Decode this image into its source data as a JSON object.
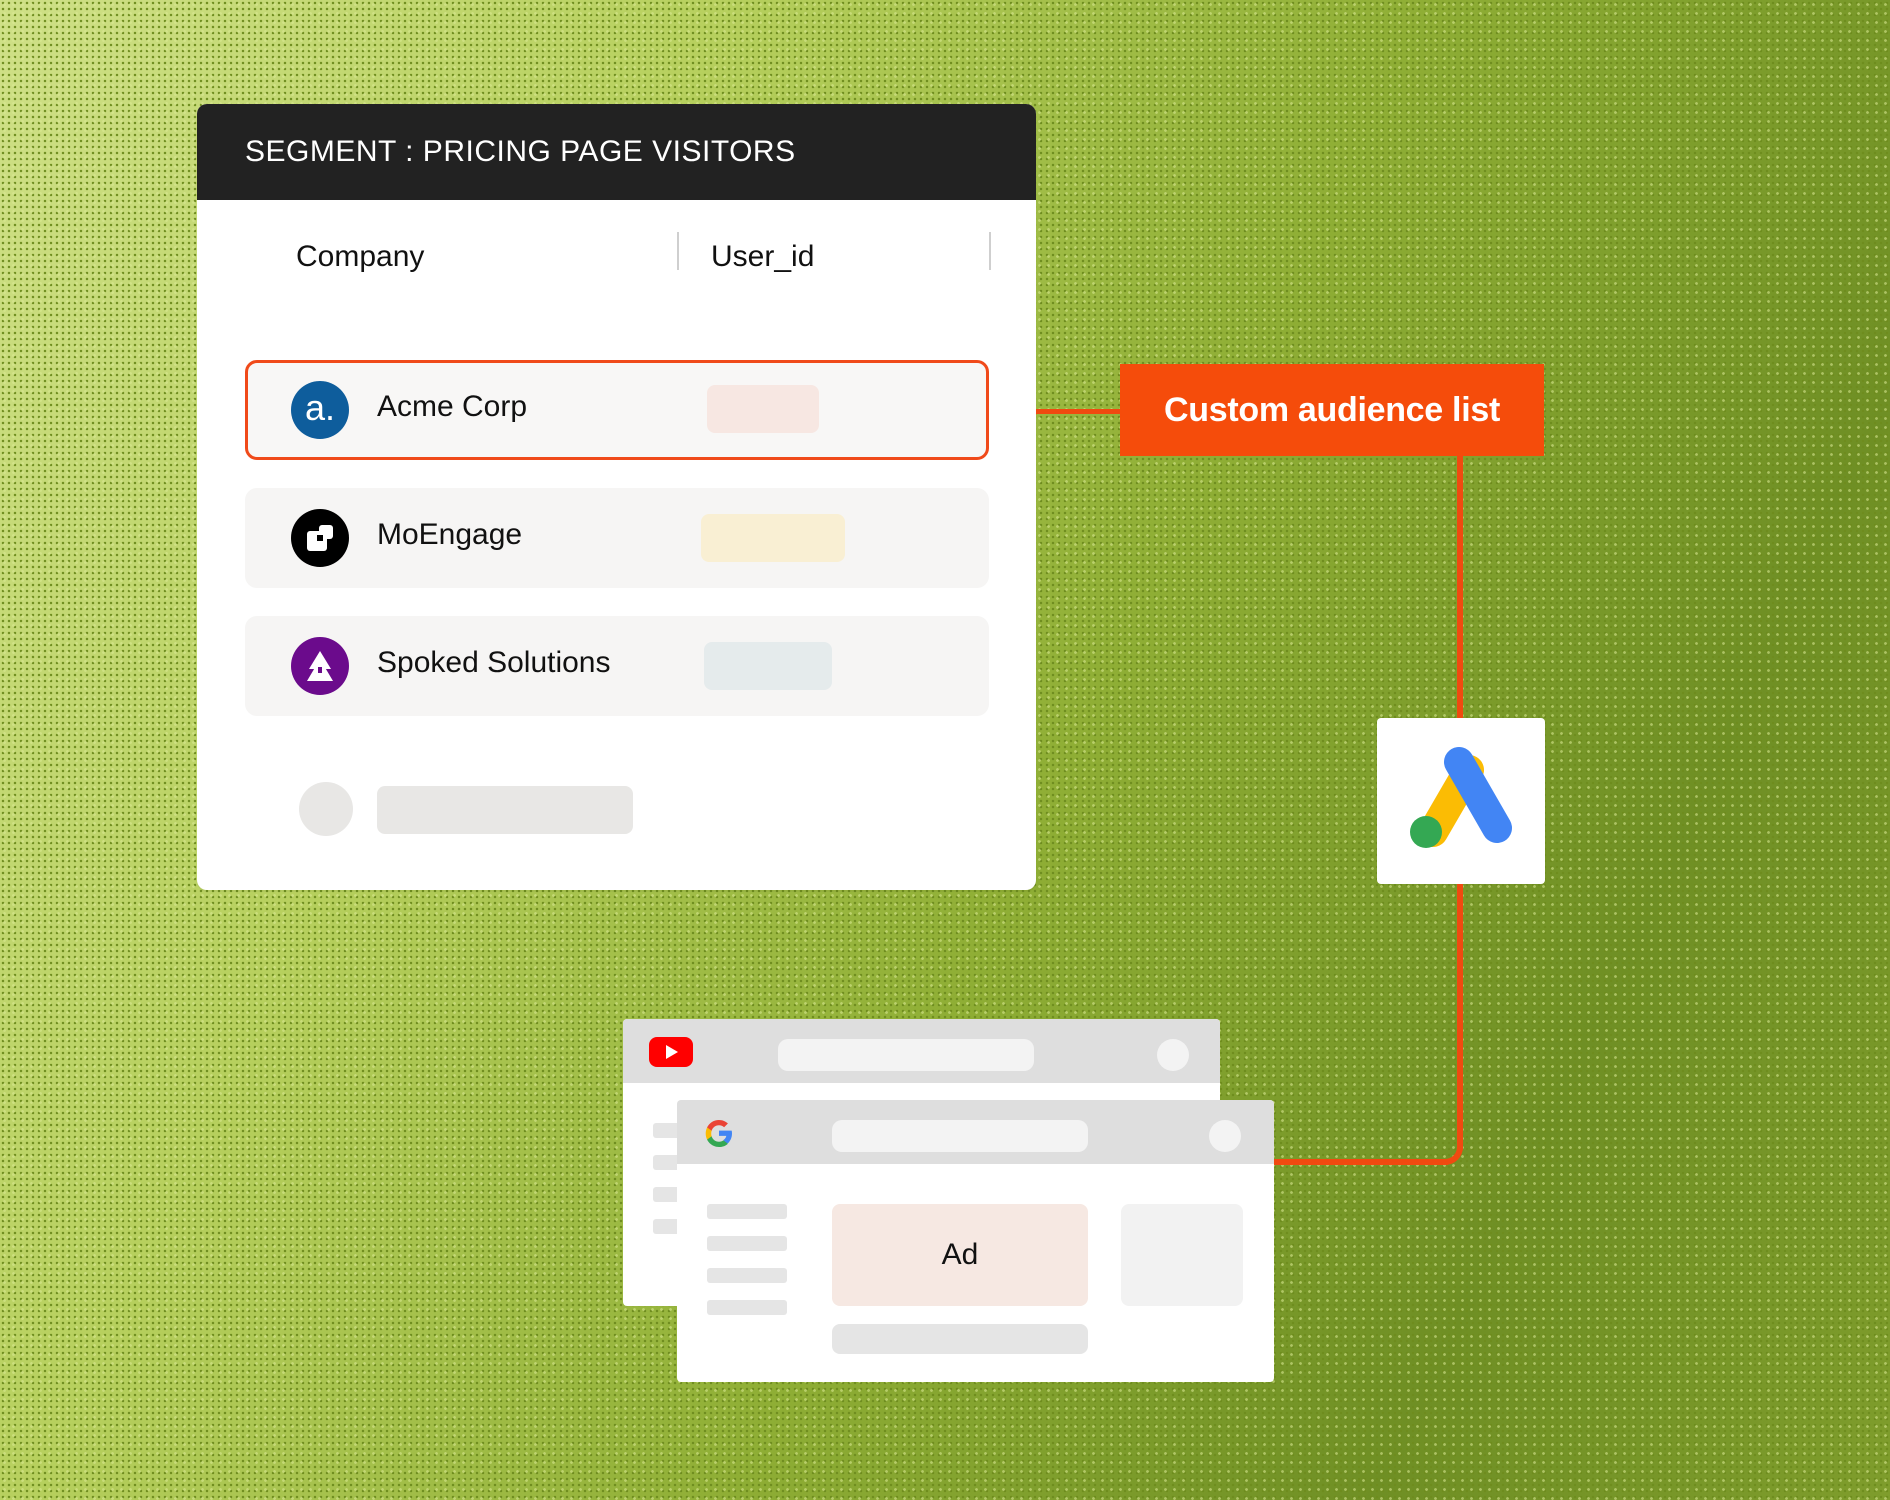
{
  "segment": {
    "title": "SEGMENT : PRICING PAGE VISITORS",
    "columns": [
      "Company",
      "User_id"
    ],
    "rows": [
      {
        "company": "Acme Corp",
        "logo": "acme-logo",
        "selected": true,
        "pill_color": "#f7e7e2"
      },
      {
        "company": "MoEngage",
        "logo": "moengage-logo",
        "selected": false,
        "pill_color": "#f9efd3"
      },
      {
        "company": "Spoked Solutions",
        "logo": "spoked-logo",
        "selected": false,
        "pill_color": "#e5ebec"
      }
    ]
  },
  "callout": {
    "label": "Custom audience list"
  },
  "integration": {
    "icon": "google-ads-icon"
  },
  "browsers": {
    "back": {
      "icon": "youtube-icon"
    },
    "front": {
      "icon": "google-icon",
      "ad_label": "Ad"
    }
  },
  "colors": {
    "accent": "#f54c0b",
    "header": "#222222",
    "background": "#a9c44e"
  }
}
